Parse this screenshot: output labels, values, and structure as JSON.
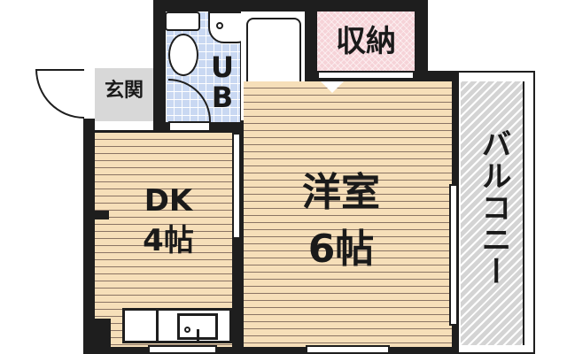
{
  "plan": {
    "entrance": {
      "label": "玄関"
    },
    "unit_bath": {
      "label_line1": "U",
      "label_line2": "B"
    },
    "storage": {
      "label": "収納"
    },
    "dk": {
      "label": "DK",
      "size": "4帖"
    },
    "western_room": {
      "label": "洋室",
      "size": "6帖"
    },
    "balcony": {
      "label": "バルコニー"
    }
  },
  "colors": {
    "wall": "#1e1e1e",
    "floor": "#f6dfb9",
    "floor_lines": "#8a7464",
    "bath_tile": "#c9d8f2",
    "storage": "#f6d3d8",
    "entrance": "#d8d8d8",
    "balcony": "#d4d4d4"
  }
}
